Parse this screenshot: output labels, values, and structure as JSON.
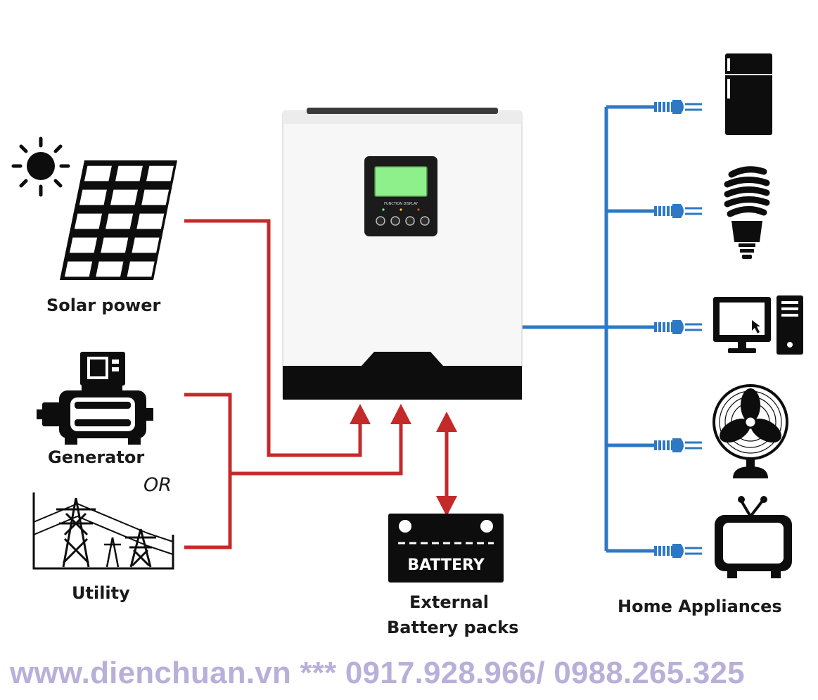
{
  "labels": {
    "solar": "Solar power",
    "generator": "Generator",
    "or": "OR",
    "utility": "Utility",
    "battery_icon": "BATTERY",
    "battery_line1": "External",
    "battery_line2": "Battery packs",
    "appliances": "Home Appliances",
    "lcd_caption": "FUNCTION DISPLAY"
  },
  "watermark": "www.dienchuan.vn *** 0917.928.966/ 0988.265.325",
  "appliances": [
    "refrigerator",
    "light-bulb",
    "computer",
    "fan",
    "television"
  ],
  "colors": {
    "ac_input_line": "#c42a2a",
    "ac_output_line": "#2e78c4",
    "lcd_screen": "#8ef08a",
    "watermark": "#b8b0d8",
    "icon_dark": "#0d0d0d"
  }
}
